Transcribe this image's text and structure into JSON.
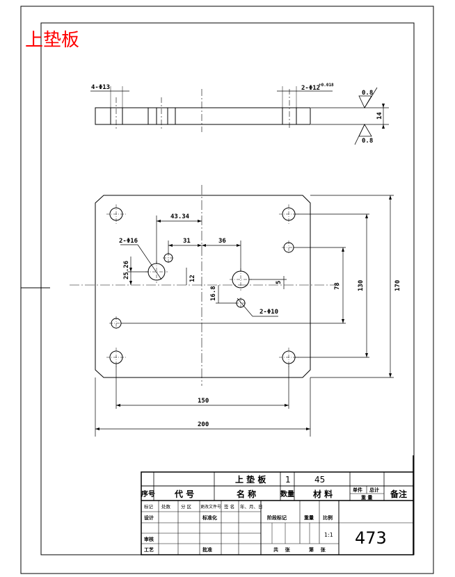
{
  "title": "上垫板",
  "side_view": {
    "hole_note_left": "4-Φ13",
    "hole_note_right": "2-Φ12",
    "tolerance": "+0.018",
    "roughness_top": "0.8",
    "roughness_bottom": "0.8",
    "thickness": "14"
  },
  "plan_view": {
    "dims": {
      "d4334": "43.34",
      "d31": "31",
      "d36": "36",
      "d2526": "25.26",
      "d12": "12",
      "d5": "5",
      "d168": "16.8",
      "d78": "78",
      "d130": "130",
      "d170": "170",
      "d150": "150",
      "d200": "200"
    },
    "hole_note_16": "2-Φ16",
    "hole_note_10": "2-Φ10"
  },
  "title_block": {
    "part_name": "上 垫 板",
    "quantity": "1",
    "material": "45",
    "hdr_seq": "序号",
    "hdr_code": "代  号",
    "hdr_name": "名  称",
    "hdr_qty": "数量",
    "hdr_material": "材  料",
    "hdr_single": "单件",
    "hdr_total": "总计",
    "hdr_weight": "重  量",
    "hdr_remarks": "备注",
    "rev": [
      "标记",
      "处数",
      "分  区",
      "更改文件号",
      "签  名",
      "年、月、日"
    ],
    "design": "设计",
    "standardization": "标准化",
    "stage_mark": "阶段标记",
    "weight": "重量",
    "scale": "比例",
    "scale_value": "1:1",
    "review": "审核",
    "process": "工艺",
    "approve": "批准",
    "total_sheets": "共    张",
    "sheet_no": "第    张",
    "drawing_no": "473"
  }
}
